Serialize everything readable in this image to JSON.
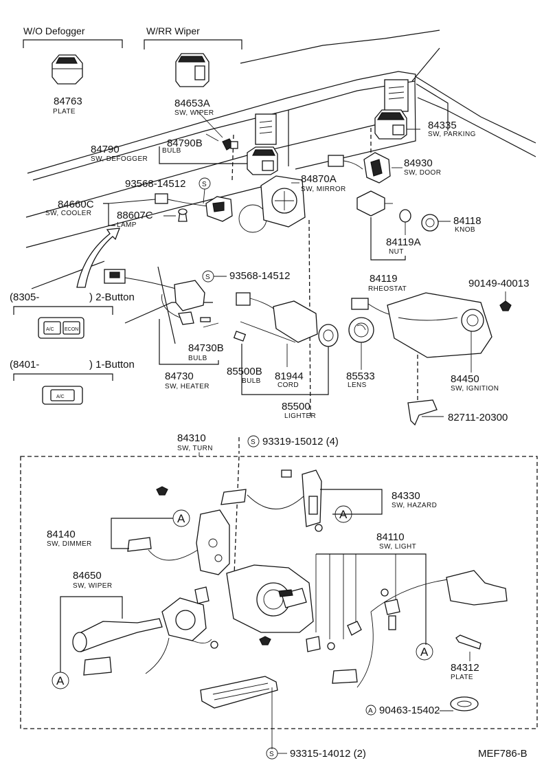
{
  "headers": {
    "wo_defogger": "W/O Defogger",
    "w_rr_wiper": "W/RR Wiper"
  },
  "variants": {
    "two_button_code": "(8305-",
    "two_button_label": ") 2-Button",
    "one_button_code": "(8401-",
    "one_button_label": ") 1-Button",
    "btn_ac": "A/C",
    "btn_econ": "ECON"
  },
  "parts": {
    "p84763": {
      "num": "84763",
      "name": "PLATE"
    },
    "p84653a": {
      "num": "84653A",
      "name": "SW, WIPER"
    },
    "p84790b": {
      "num": "84790B",
      "name": "BULB"
    },
    "p84790": {
      "num": "84790",
      "name": "SW, DEFOGGER"
    },
    "p84335": {
      "num": "84335",
      "name": "SW, PARKING"
    },
    "p84930": {
      "num": "84930",
      "name": "SW, DOOR"
    },
    "p84870a": {
      "num": "84870A",
      "name": "SW, MIRROR"
    },
    "p93568a": {
      "num": "93568-14512"
    },
    "p84660c": {
      "num": "84660C",
      "name": "SW, COOLER"
    },
    "p88607c": {
      "num": "88607C",
      "name": "LAMP"
    },
    "p84118": {
      "num": "84118",
      "name": "KNOB"
    },
    "p84119a": {
      "num": "84119A",
      "name": "NUT"
    },
    "p84119": {
      "num": "84119",
      "name": "RHEOSTAT"
    },
    "p93568b": {
      "num": "93568-14512"
    },
    "p90149": {
      "num": "90149-40013"
    },
    "p84730b": {
      "num": "84730B",
      "name": "BULB"
    },
    "p84730": {
      "num": "84730",
      "name": "SW, HEATER"
    },
    "p85500b": {
      "num": "85500B",
      "name": "BULB"
    },
    "p81944": {
      "num": "81944",
      "name": "CORD"
    },
    "p85533": {
      "num": "85533",
      "name": "LENS"
    },
    "p85500": {
      "num": "85500",
      "name": "LIGHTER"
    },
    "p84450": {
      "num": "84450",
      "name": "SW, IGNITION"
    },
    "p82711": {
      "num": "82711-20300"
    },
    "p84310": {
      "num": "84310",
      "name": "SW, TURN"
    },
    "p93319": {
      "num": "93319-15012 (4)"
    },
    "p84330": {
      "num": "84330",
      "name": "SW, HAZARD"
    },
    "p84140": {
      "num": "84140",
      "name": "SW, DIMMER"
    },
    "p84110": {
      "num": "84110",
      "name": "SW, LIGHT"
    },
    "p84650": {
      "num": "84650",
      "name": "SW, WIPER"
    },
    "p84312": {
      "num": "84312",
      "name": "PLATE"
    },
    "p90463": {
      "num": "90463-15402"
    },
    "p93315": {
      "num": "93315-14012 (2)"
    }
  },
  "callouts": {
    "a": "A",
    "s": "S"
  },
  "footer": {
    "ref": "MEF786-B"
  }
}
